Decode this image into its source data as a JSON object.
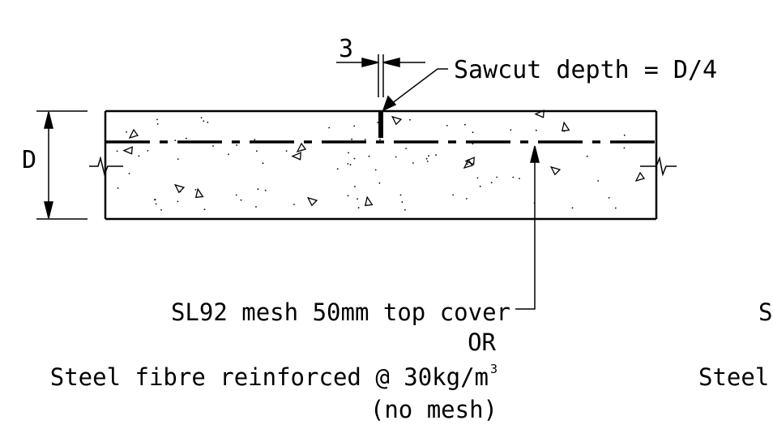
{
  "labels": {
    "sawcut_width": "3",
    "sawcut_depth": "Sawcut depth = D/4",
    "depth": "D",
    "note_line1": "SL92 mesh 50mm top cover",
    "note_or": "OR",
    "note_line3": "Steel fibre reinforced @ 30kg/m",
    "note_sup": "3",
    "note_line4": "(no mesh)",
    "right_clip_top": "S",
    "right_clip_bottom": "Steel"
  },
  "colors": {
    "ink": "#000000",
    "paper": "#ffffff"
  }
}
